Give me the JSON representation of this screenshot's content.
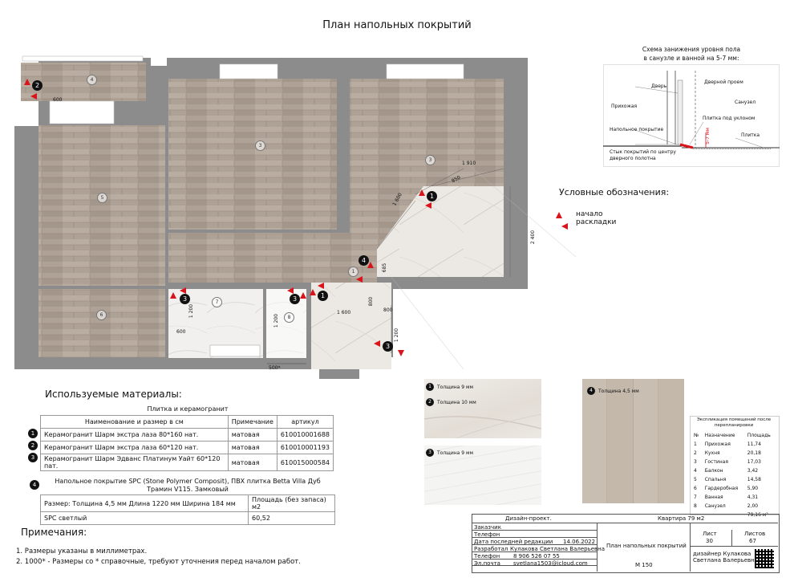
{
  "title": "План напольных покрытий",
  "scheme": {
    "title_line1": "Схема занижения уровня пола",
    "title_line2": "в санузле и ванной на 5-7 мм:",
    "labels": {
      "door": "Дверь",
      "doorway": "Дверной проем",
      "hall": "Прихожая",
      "bath": "Санузел",
      "tile_slope": "Плитка под уклоном",
      "floor_cover": "Напольное покрытие",
      "tile": "Плитка",
      "joint_line1": "Стык покрытий по центру",
      "joint_line2": "дверного полотна",
      "height": "5-7 мм"
    }
  },
  "legend": {
    "title": "Условные обозначения:",
    "line1": "начало",
    "line2": "раскладки"
  },
  "plan": {
    "rooms": [
      "4",
      "3",
      "3",
      "5",
      "6",
      "7",
      "8",
      "1"
    ],
    "markers": [
      "2",
      "1",
      "4",
      "3",
      "3",
      "1",
      "3"
    ],
    "dims": [
      "600",
      "1 910",
      "850",
      "1 600",
      "2 400",
      "685",
      "1 200",
      "1 600",
      "800",
      "800",
      "1 200",
      "600",
      "1 200",
      "500*"
    ]
  },
  "materials": {
    "heading": "Используемые материалы:",
    "table_title": "Плитка и керамогранит",
    "columns": [
      "Наименование и размер в см",
      "Примечание",
      "артикул"
    ],
    "rows": [
      {
        "no": "1",
        "name": "Керамогранит Шарм экстра лаза 80*160 нат.",
        "note": "матовая",
        "article": "610010001688"
      },
      {
        "no": "2",
        "name": "Керамогранит Шарм экстра лаза 60*120 нат.",
        "note": "матовая",
        "article": "610010001193"
      },
      {
        "no": "3",
        "name": "Керамогранит Шарм Эдванс Платинум Уайт 60*120 пат.",
        "note": "матовая",
        "article": "610015000584"
      }
    ],
    "spc": {
      "no": "4",
      "title_line1": "Напольное покрытие SPC (Stone Polymer Composit), ПВХ плитка Betta Villa Дуб",
      "title_line2": "Трамин V115. Замковый",
      "size": "Размер: Толщина 4,5 мм Длина 1220 мм Ширина 184 мм",
      "area_label": "Площадь (без запаса) м2",
      "name": "SPC светлый",
      "area": "60,52"
    }
  },
  "samples": [
    {
      "no": "1",
      "label": "Толщина 9 мм"
    },
    {
      "no": "2",
      "label": "Толщина 10 мм"
    },
    {
      "no": "3",
      "label": "Толщина 9 мм"
    },
    {
      "no": "4",
      "label": "Толщина 4,5 мм"
    }
  ],
  "explication": {
    "title_line1": "Экспликация помещений после",
    "title_line2": "перепланировки",
    "columns": [
      "№",
      "Назначение",
      "Площадь"
    ],
    "rows": [
      [
        "1",
        "Прихожая",
        "11,74"
      ],
      [
        "2",
        "Кухня",
        "20,18"
      ],
      [
        "3",
        "Гостиная",
        "17,03"
      ],
      [
        "4",
        "Балкон",
        "3,42"
      ],
      [
        "5",
        "Спальня",
        "14,58"
      ],
      [
        "6",
        "Гардеробная",
        "5,90"
      ],
      [
        "7",
        "Ванная",
        "4,31"
      ],
      [
        "8",
        "Санузел",
        "2,00"
      ]
    ],
    "total": "79,16 м²"
  },
  "notes": {
    "heading": "Примечания:",
    "items": [
      "1. Размеры указаны в миллиметрах.",
      "2. 1000* - Размеры со * справочные, требуют уточнения перед началом работ."
    ]
  },
  "titleblock": {
    "design_project": "Дизайн-проект.",
    "apartment": "Квартира 79 м2",
    "customer": "Заказчик",
    "phone_label": "Телефон",
    "last_edit_label": "Дата последней редакции",
    "last_edit": "14.06.2022",
    "developed_label": "Разработал",
    "developer": "Кулакова Светлана Валерьевна",
    "phone2_label": "Телефон",
    "phone2": "8 906 526 07 55",
    "email_label": "Эл.почта",
    "email": "svetlana1503@icloud.com",
    "sheet_title": "План напольных покрытий",
    "scale": "М 150",
    "sheet_label": "Лист",
    "sheets_label": "Листов",
    "sheet": "30",
    "sheets": "67",
    "designer_line1": "дизайнер Кулакова",
    "designer_line2": "Светлана Валерьевна"
  }
}
